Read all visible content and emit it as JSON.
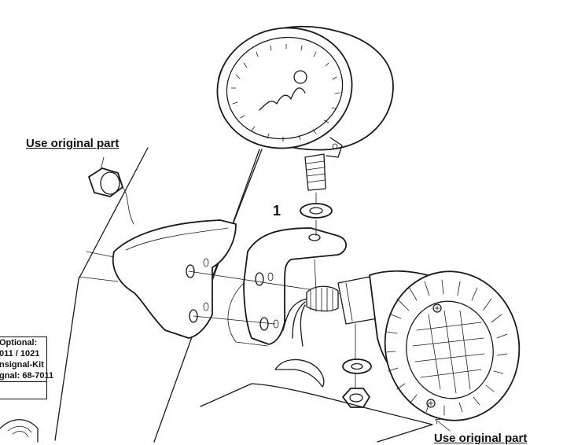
{
  "labels": {
    "use_original_top": "Use original part",
    "use_original_bottom": "Use original part",
    "part_number": "1"
  },
  "optional_box": {
    "line1": "Optional:",
    "line2": "011 / 1021",
    "line3": "nsignal-Kit",
    "line4": "gnal: 68-7011"
  },
  "colors": {
    "ink": "#1a1a1a",
    "paper": "#ffffff"
  }
}
